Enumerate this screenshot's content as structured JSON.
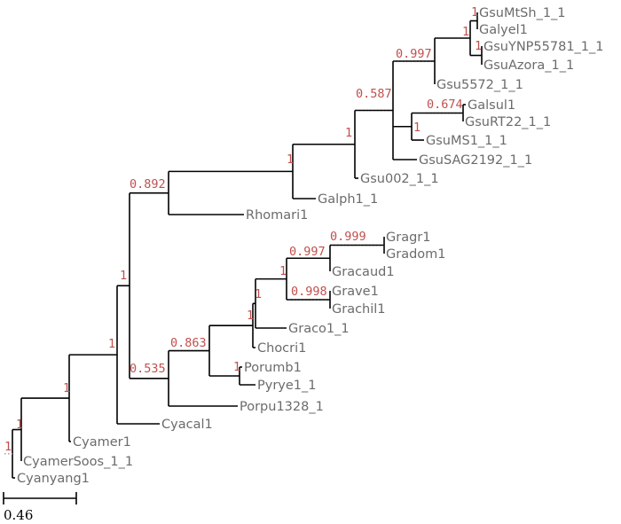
{
  "tree": {
    "leaves": [
      {
        "id": "GsuMtSh",
        "label": "GsuMtSh_1_1"
      },
      {
        "id": "Galyel",
        "label": "Galyel1"
      },
      {
        "id": "GsuYNP",
        "label": "GsuYNP55781_1_1"
      },
      {
        "id": "GsuAzora",
        "label": "GsuAzora_1_1"
      },
      {
        "id": "Gsu5572",
        "label": "Gsu5572_1_1"
      },
      {
        "id": "Galsul",
        "label": "Galsul1"
      },
      {
        "id": "GsuRT22",
        "label": "GsuRT22_1_1"
      },
      {
        "id": "GsuMS1",
        "label": "GsuMS1_1_1"
      },
      {
        "id": "GsuSAG",
        "label": "GsuSAG2192_1_1"
      },
      {
        "id": "Gsu002",
        "label": "Gsu002_1_1"
      },
      {
        "id": "Galph",
        "label": "Galph1_1"
      },
      {
        "id": "Rhomari",
        "label": "Rhomari1"
      },
      {
        "id": "Gragr",
        "label": "Gragr1"
      },
      {
        "id": "Gradom",
        "label": "Gradom1"
      },
      {
        "id": "Gracaud",
        "label": "Gracaud1"
      },
      {
        "id": "Grave",
        "label": "Grave1"
      },
      {
        "id": "Grachil",
        "label": "Grachil1"
      },
      {
        "id": "Graco",
        "label": "Graco1_1"
      },
      {
        "id": "Chocri",
        "label": "Chocri1"
      },
      {
        "id": "Porumb",
        "label": "Porumb1"
      },
      {
        "id": "Pyrye",
        "label": "Pyrye1_1"
      },
      {
        "id": "Porpu",
        "label": "Porpu1328_1"
      },
      {
        "id": "Cyacal",
        "label": "Cyacal1"
      },
      {
        "id": "Cyamer",
        "label": "Cyamer1"
      },
      {
        "id": "CyamerSoos",
        "label": "CyamerSoos_1_1"
      },
      {
        "id": "Cyanyang",
        "label": "Cyanyang1"
      }
    ],
    "support_values": [
      {
        "node": "n_mtsh_galyel",
        "value": "1"
      },
      {
        "node": "n_ynp_azora",
        "value": "1"
      },
      {
        "node": "n_gsu_top",
        "value": "1"
      },
      {
        "node": "n_gsu_5572",
        "value": "0.997"
      },
      {
        "node": "n_galsul_rt22",
        "value": "0.674"
      },
      {
        "node": "n_ms1",
        "value": "1"
      },
      {
        "node": "n_gsu_all",
        "value": "0.587"
      },
      {
        "node": "n_gsu002",
        "value": "1"
      },
      {
        "node": "n_galph",
        "value": "1"
      },
      {
        "node": "n_rhomari",
        "value": "0.892"
      },
      {
        "node": "n_gragr_gradom",
        "value": "0.999"
      },
      {
        "node": "n_gracaud",
        "value": "0.997"
      },
      {
        "node": "n_grave_grachil",
        "value": "0.998"
      },
      {
        "node": "n_gra_main",
        "value": "1"
      },
      {
        "node": "n_graco",
        "value": "1"
      },
      {
        "node": "n_chocri",
        "value": "1"
      },
      {
        "node": "n_porumb_pyrye",
        "value": "1"
      },
      {
        "node": "n_bangio",
        "value": "0.863"
      },
      {
        "node": "n_porpu",
        "value": "0.535"
      },
      {
        "node": "n_red_main",
        "value": "1"
      },
      {
        "node": "n_cyacal",
        "value": "1"
      },
      {
        "node": "n_cyamer",
        "value": "1"
      },
      {
        "node": "n_soos",
        "value": "1"
      },
      {
        "node": "n_root",
        "value": "1"
      }
    ],
    "scale_bar": {
      "label": "0.46"
    },
    "colors": {
      "branch": "#000000",
      "leaf_label": "#6b6b6b",
      "support": "#c0504d",
      "dotted": "#9a9a9a"
    }
  }
}
